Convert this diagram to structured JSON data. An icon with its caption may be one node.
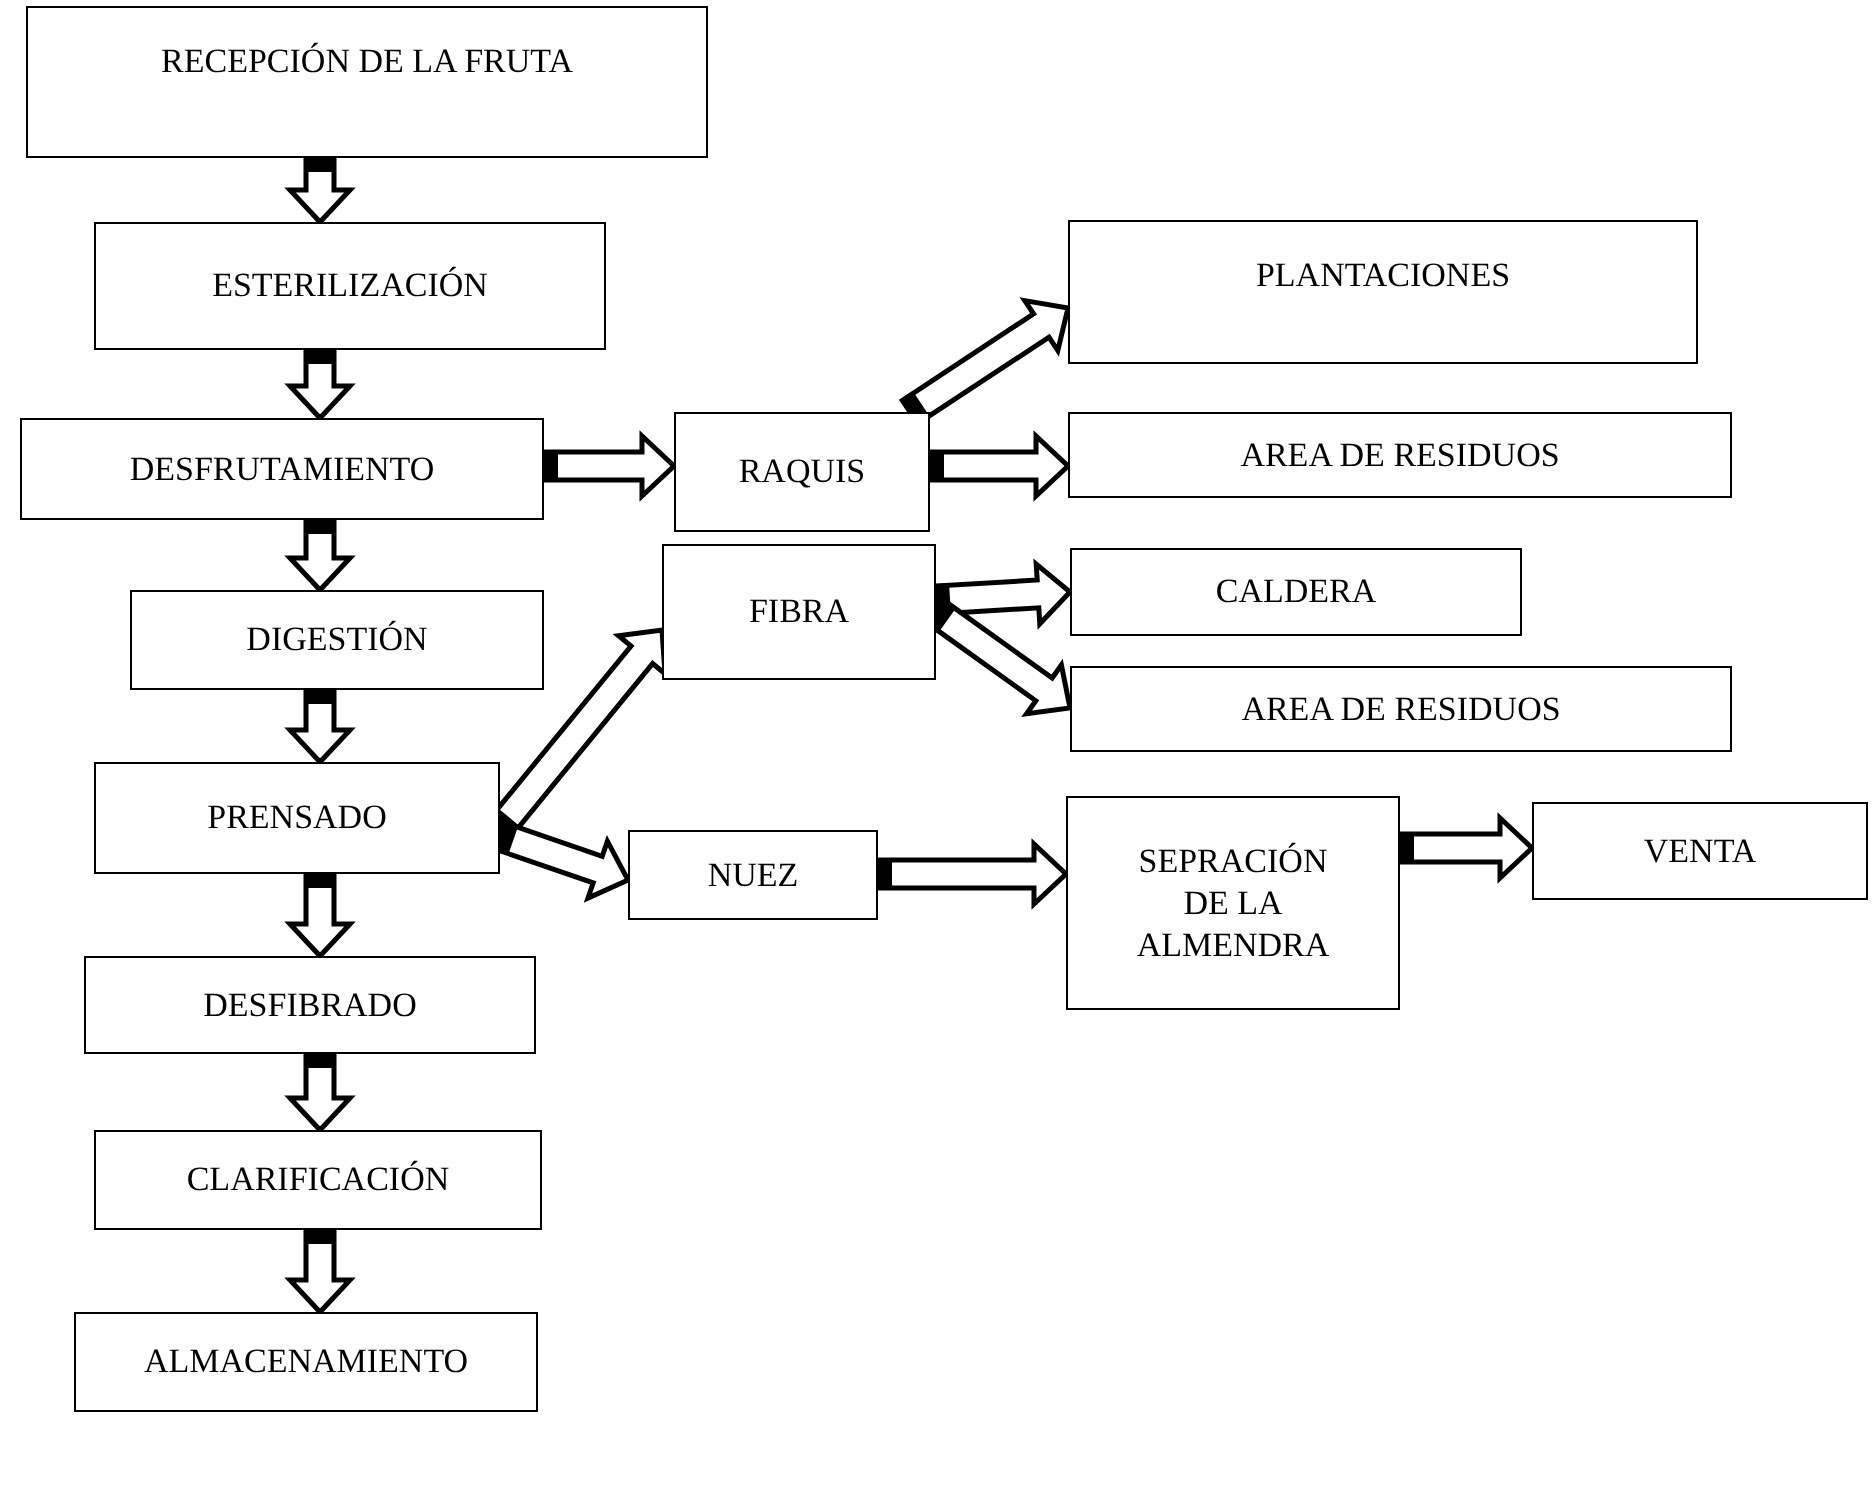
{
  "diagram": {
    "nodes": [
      {
        "text": [
          "RECEPCIÓN DE LA FRUTA"
        ]
      },
      {
        "text": [
          "ESTERILIZACIÓN"
        ]
      },
      {
        "text": [
          "DESFRUTAMIENTO"
        ]
      },
      {
        "text": [
          "RAQUIS"
        ]
      },
      {
        "text": [
          "PLANTACIONES"
        ]
      },
      {
        "text": [
          "AREA DE RESIDUOS"
        ]
      },
      {
        "text": [
          "DIGESTIÓN"
        ]
      },
      {
        "text": [
          "FIBRA"
        ]
      },
      {
        "text": [
          "CALDERA"
        ]
      },
      {
        "text": [
          "AREA DE RESIDUOS"
        ]
      },
      {
        "text": [
          "PRENSADO"
        ]
      },
      {
        "text": [
          "NUEZ"
        ]
      },
      {
        "text": [
          "SEPRACIÓN DE LA ALMENDRA"
        ]
      },
      {
        "text": [
          "VENTA"
        ]
      },
      {
        "text": [
          "DESFIBRADO"
        ]
      },
      {
        "text": [
          "CLARIFICACIÓN"
        ]
      },
      {
        "text": [
          "ALMACENAMIENTO"
        ]
      }
    ],
    "edges": [
      {
        "from": 0,
        "to": 1,
        "arrow": "to"
      },
      {
        "from": 1,
        "to": 2,
        "arrow": "to"
      },
      {
        "from": 2,
        "to": 3,
        "arrow": "to"
      },
      {
        "from": 3,
        "to": 4,
        "arrow": "to"
      },
      {
        "from": 3,
        "to": 5,
        "arrow": "to"
      },
      {
        "from": 2,
        "to": 6,
        "arrow": "to"
      },
      {
        "from": 6,
        "to": 10,
        "arrow": "to"
      },
      {
        "from": 10,
        "to": 7,
        "arrow": "to"
      },
      {
        "from": 7,
        "to": 8,
        "arrow": "to"
      },
      {
        "from": 7,
        "to": 9,
        "arrow": "to"
      },
      {
        "from": 10,
        "to": 11,
        "arrow": "to"
      },
      {
        "from": 11,
        "to": 12,
        "arrow": "to"
      },
      {
        "from": 12,
        "to": 13,
        "arrow": "to"
      },
      {
        "from": 10,
        "to": 14,
        "arrow": "to"
      },
      {
        "from": 14,
        "to": 15,
        "arrow": "to"
      },
      {
        "from": 15,
        "to": 16,
        "arrow": "to"
      }
    ]
  }
}
